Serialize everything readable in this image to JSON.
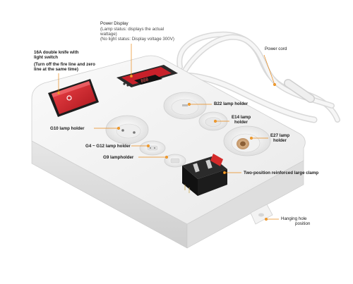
{
  "annotations": {
    "power_display_title": "Power Display",
    "power_display_line1": "(Lamp status: displays the actual",
    "power_display_line2": "wattage)",
    "power_display_line3": "(No light status: Display voltage 300V)",
    "power_cord": "Power cord",
    "switch_title_line1": "16A double knife with",
    "switch_title_line2": "light switch",
    "switch_note_line1": "(Turn off the fire line and zero",
    "switch_note_line2": "line at the same time)",
    "b22": "B22 lamp holder",
    "e14_line1": "E14 lamp",
    "e14_line2": "holder",
    "g10": "G10 lamp holder",
    "e27_line1": "E27 lamp",
    "e27_line2": "holder",
    "g4_g12": "G4 ~ G12 lamp holder",
    "g9": "G9 lampholder",
    "clamp": "Two-position reinforced large clamp",
    "hanging_line1": "Hanging hole",
    "hanging_line2": "position"
  },
  "colors": {
    "leader_line": "#e98a1a",
    "leader_dot": "#f0a030",
    "switch_red": "#d3232a",
    "display_red": "#c8202a",
    "body_white": "#f4f4f4",
    "clamp_black": "#1c1c1c"
  }
}
